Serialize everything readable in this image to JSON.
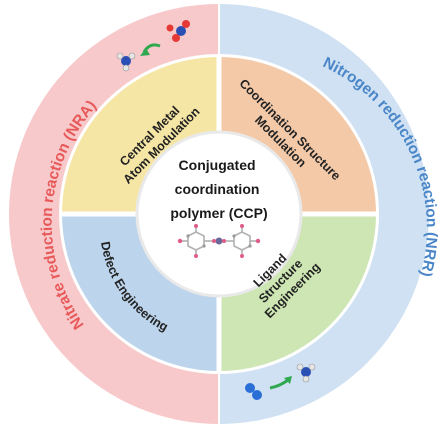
{
  "outer_ring": {
    "left_label": "Nitrate reduction reaction (NRA)",
    "right_label": "Nitrogen reduction reaction (NRR)",
    "left_color": "#f7c9cb",
    "right_color": "#cfe1f2",
    "left_text_color": "#e8595a",
    "right_text_color": "#4a86c8"
  },
  "quadrants": {
    "top_left": {
      "lines": [
        "Central Metal",
        "Atom Modulation"
      ],
      "color": "#f6e6a6"
    },
    "top_right": {
      "lines": [
        "Coordination Structure",
        "Modulation"
      ],
      "color": "#f3c9a8"
    },
    "bottom_left": {
      "label": "Defect Engineering",
      "color": "#bcd4ec"
    },
    "bottom_right": {
      "lines": [
        "Ligand",
        "Structure",
        "Engineering"
      ],
      "color": "#cde6b4"
    }
  },
  "center": {
    "lines": [
      "Conjugated",
      "coordination",
      "polymer (CCP)"
    ]
  },
  "icons": {
    "left_molecules": "nitrate-molecule-icon",
    "right_molecules": "nitrogen-ammonia-molecule-icon",
    "arrow_color": "#2fa84f"
  }
}
